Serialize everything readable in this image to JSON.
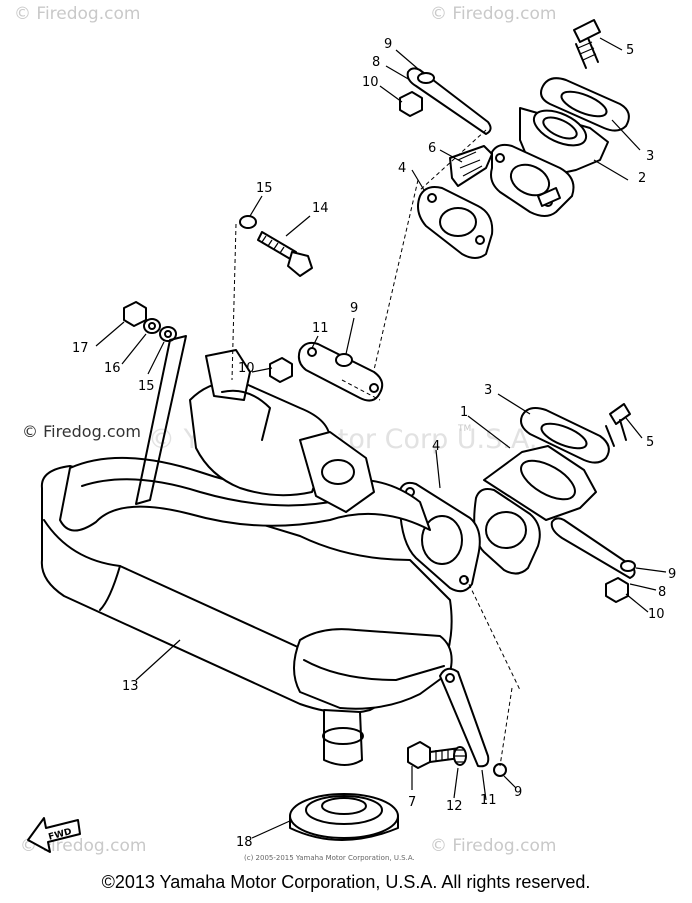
{
  "watermarks": {
    "top_left": "© Firedog.com",
    "top_right": "© Firedog.com",
    "mid_left": "© Firedog.com",
    "mid_overlay": "© Yamaha Motor Corp U.S.A.",
    "mid_tm": "TM",
    "bottom_left": "© Firedog.com",
    "bottom_right": "© Firedog.com"
  },
  "inner_copyright": "(c) 2005-2015 Yamaha Motor Corporation, U.S.A.",
  "footer_copyright": "©2013 Yamaha Motor Corporation, U.S.A. All rights reserved.",
  "fwd_label": "FWD",
  "callouts": [
    {
      "id": "c9-top",
      "text": "9"
    },
    {
      "id": "c8-top",
      "text": "8"
    },
    {
      "id": "c10-top",
      "text": "10"
    },
    {
      "id": "c5-top",
      "text": "5"
    },
    {
      "id": "c3-top",
      "text": "3"
    },
    {
      "id": "c2",
      "text": "2"
    },
    {
      "id": "c6",
      "text": "6"
    },
    {
      "id": "c4-top",
      "text": "4"
    },
    {
      "id": "c15-top",
      "text": "15"
    },
    {
      "id": "c14",
      "text": "14"
    },
    {
      "id": "c17",
      "text": "17"
    },
    {
      "id": "c16",
      "text": "16"
    },
    {
      "id": "c15-mid",
      "text": "15"
    },
    {
      "id": "c10-mid",
      "text": "10"
    },
    {
      "id": "c11-mid",
      "text": "11"
    },
    {
      "id": "c9-mid",
      "text": "9"
    },
    {
      "id": "c3-right",
      "text": "3"
    },
    {
      "id": "c5-right",
      "text": "5"
    },
    {
      "id": "c1",
      "text": "1"
    },
    {
      "id": "c4-right",
      "text": "4"
    },
    {
      "id": "c9-right",
      "text": "9"
    },
    {
      "id": "c8-right",
      "text": "8"
    },
    {
      "id": "c10-right",
      "text": "10"
    },
    {
      "id": "c13",
      "text": "13"
    },
    {
      "id": "c7",
      "text": "7"
    },
    {
      "id": "c12",
      "text": "12"
    },
    {
      "id": "c11-bottom",
      "text": "11"
    },
    {
      "id": "c9-bottom",
      "text": "9"
    },
    {
      "id": "c18",
      "text": "18"
    }
  ]
}
